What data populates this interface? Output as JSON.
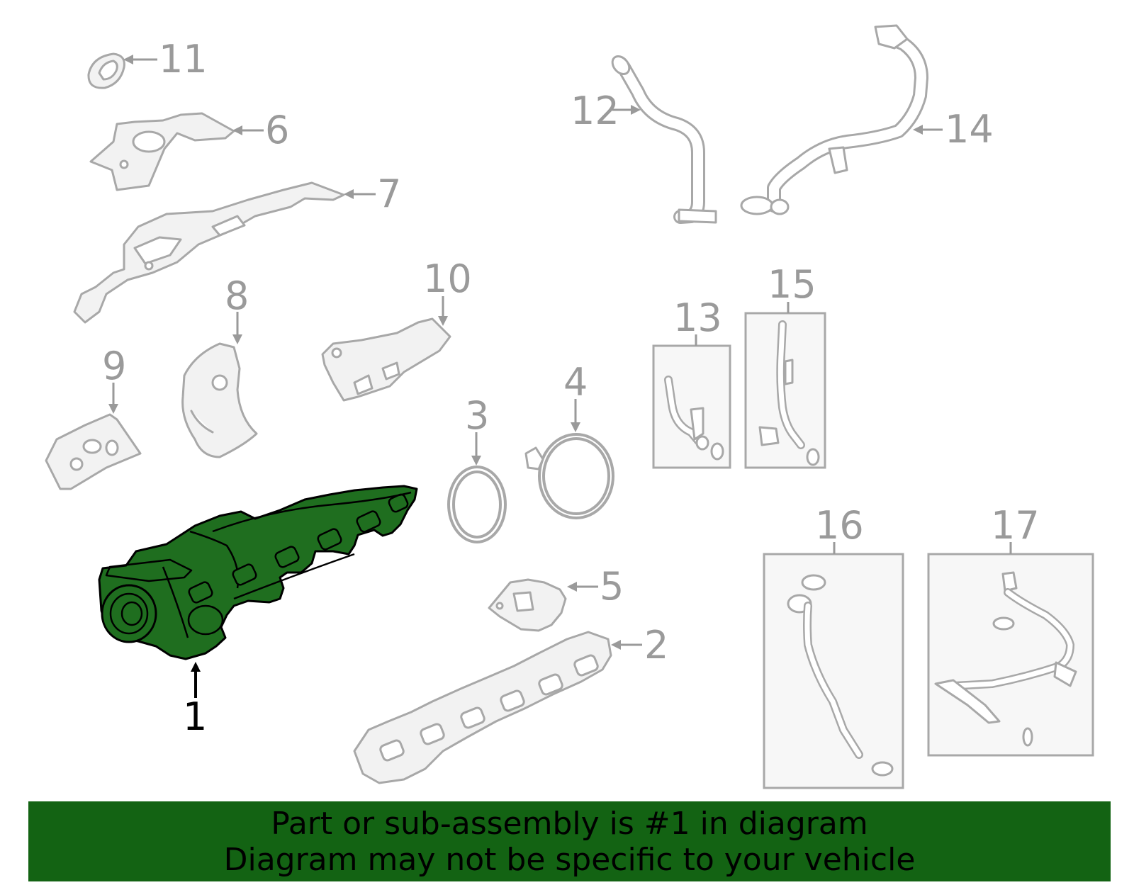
{
  "callouts": {
    "c1": "1",
    "c2": "2",
    "c3": "3",
    "c4": "4",
    "c5": "5",
    "c6": "6",
    "c7": "7",
    "c8": "8",
    "c9": "9",
    "c10": "10",
    "c11": "11",
    "c12": "12",
    "c13": "13",
    "c14": "14",
    "c15": "15",
    "c16": "16",
    "c17": "17"
  },
  "highlighted_part": "1",
  "colors": {
    "highlight_fill": "#1f6e1f",
    "banner_background": "#136313",
    "part_outline": "#a8a8a8",
    "callout_text": "#9a9a9a"
  },
  "banner": {
    "line1": "Part or sub-assembly is #1 in diagram",
    "line2": "Diagram may not be specific to your vehicle"
  }
}
